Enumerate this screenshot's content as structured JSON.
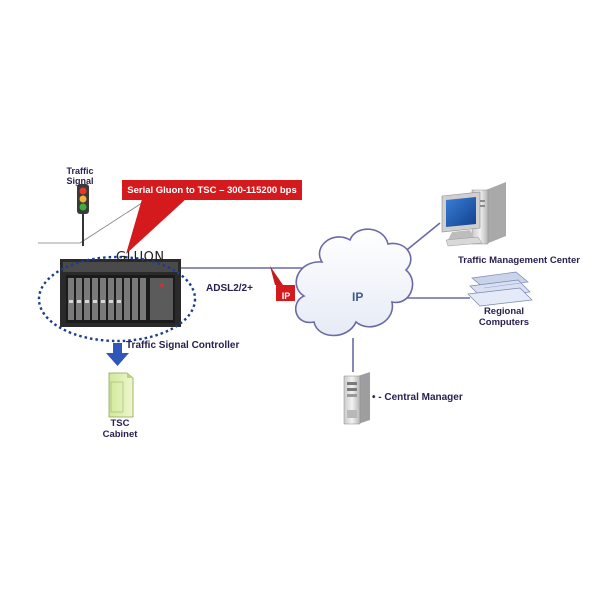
{
  "labels": {
    "traffic_signal": [
      "Traffic",
      "Signal"
    ],
    "callout": "Serial Gluon to TSC – 300-115200 bps",
    "gluon": "GLUON",
    "tsc": "Traffic Signal Controller",
    "adsl": "ADSL2/2+",
    "ip_flag": "IP",
    "ip_cloud": "IP",
    "tmc": "Traffic Management Center",
    "regional": [
      "Regional",
      "Computers"
    ],
    "central": "• - Central Manager",
    "cabinet": [
      "TSC",
      "Cabinet"
    ]
  },
  "icons": [
    "traffic-light-icon",
    "controller-rack-icon",
    "cloud-icon",
    "desktop-computer-icon",
    "server-tower-icon",
    "cabinet-icon",
    "down-arrow-icon"
  ],
  "colors": {
    "link_line": "#6a6aa6",
    "callout_red": "#d51a1e",
    "ellipse_dash": "#1a3d8f",
    "arrow_blue": "#2f56b8",
    "cabinet_green": "#e3f2b8",
    "label_navy": "#2b2050"
  }
}
